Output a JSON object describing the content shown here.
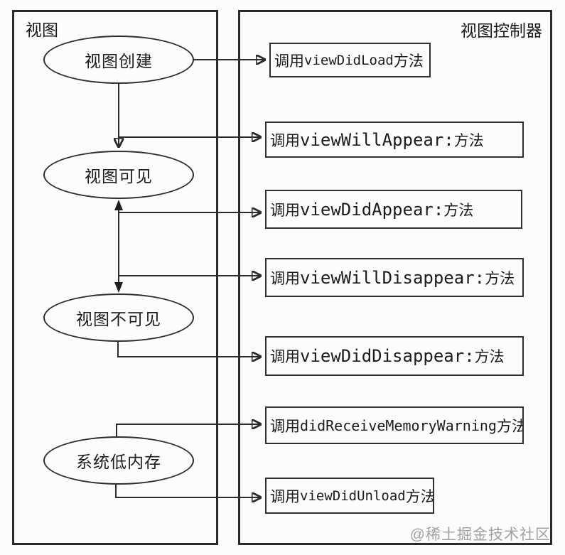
{
  "diagram": {
    "left_panel": {
      "title": "视图",
      "nodes": [
        {
          "id": "view-created",
          "label": "视图创建"
        },
        {
          "id": "view-visible",
          "label": "视图可见"
        },
        {
          "id": "view-invisible",
          "label": "视图不可见"
        },
        {
          "id": "low-memory",
          "label": "系统低内存"
        }
      ]
    },
    "right_panel": {
      "title": "视图控制器",
      "boxes": [
        {
          "id": "view-did-load",
          "prefix": "调用",
          "code": "viewDidLoad",
          "suffix": "方法"
        },
        {
          "id": "view-will-appear",
          "prefix": "调用",
          "code": "viewWillAppear:",
          "suffix": "方法"
        },
        {
          "id": "view-did-appear",
          "prefix": "调用",
          "code": "viewDidAppear:",
          "suffix": "方法"
        },
        {
          "id": "view-will-disappear",
          "prefix": "调用",
          "code": "viewWillDisappear:",
          "suffix": "方法"
        },
        {
          "id": "view-did-disappear",
          "prefix": "调用",
          "code": "viewDidDisappear:",
          "suffix": "方法"
        },
        {
          "id": "did-receive-memory-warning",
          "prefix": "调用",
          "code": "didReceiveMemoryWarning",
          "suffix": "方法"
        },
        {
          "id": "view-did-unload",
          "prefix": "调用",
          "code": "viewDidUnload",
          "suffix": "方法"
        }
      ]
    },
    "edges": [
      {
        "from": "view-created",
        "to": "view-did-load",
        "style": "arrow"
      },
      {
        "from": "view-created",
        "to": "view-visible",
        "style": "arrow"
      },
      {
        "from": "view-created",
        "to": "view-will-appear",
        "style": "arrow-branch"
      },
      {
        "from": "view-visible",
        "to": "view-invisible",
        "style": "double-arrow"
      },
      {
        "from": "view-visible",
        "to": "view-did-appear",
        "style": "arrow-branch"
      },
      {
        "from": "view-visible",
        "to": "view-will-disappear",
        "style": "arrow-branch"
      },
      {
        "from": "view-invisible",
        "to": "view-did-disappear",
        "style": "arrow"
      },
      {
        "from": "low-memory",
        "to": "did-receive-memory-warning",
        "style": "arrow"
      },
      {
        "from": "low-memory",
        "to": "view-did-unload",
        "style": "arrow"
      }
    ],
    "watermark": "@稀土掘金技术社区",
    "colors": {
      "background": "#fcfcfc",
      "line": "#2b2b2b",
      "panel_border": "#2a2a2a",
      "text": "#1c1c1c",
      "watermark": "#a2a2a2"
    }
  }
}
